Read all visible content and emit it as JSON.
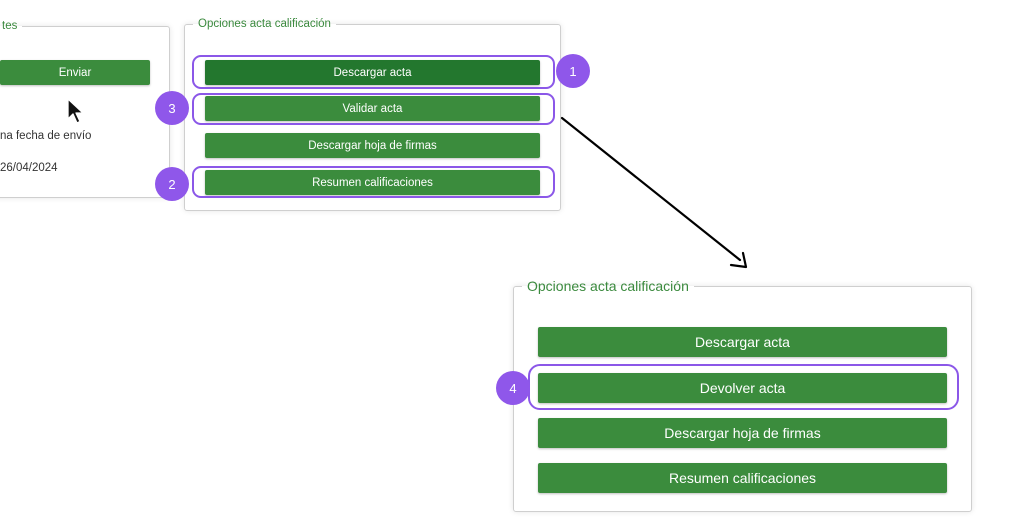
{
  "left_panel": {
    "legend": "tes",
    "send_button": "Enviar",
    "date_label": "na fecha de envío",
    "date_value": "26/04/2024"
  },
  "top_panel": {
    "legend": "Opciones acta calificación",
    "buttons": [
      "Descargar acta",
      "Validar acta",
      "Descargar hoja de firmas",
      "Resumen calificaciones"
    ]
  },
  "bottom_panel": {
    "legend": "Opciones acta calificación",
    "buttons": [
      "Descargar acta",
      "Devolver acta",
      "Descargar hoja de firmas",
      "Resumen calificaciones"
    ]
  },
  "badges": [
    "1",
    "2",
    "3",
    "4"
  ],
  "colors": {
    "button_green": "#3b8c3d",
    "button_dark_green": "#23772e",
    "legend_green": "#3b8a3e",
    "highlight_purple": "#8b57e8"
  },
  "icons": {
    "cursor": "mouse-pointer-icon",
    "arrow": "arrow-down-right-icon"
  }
}
